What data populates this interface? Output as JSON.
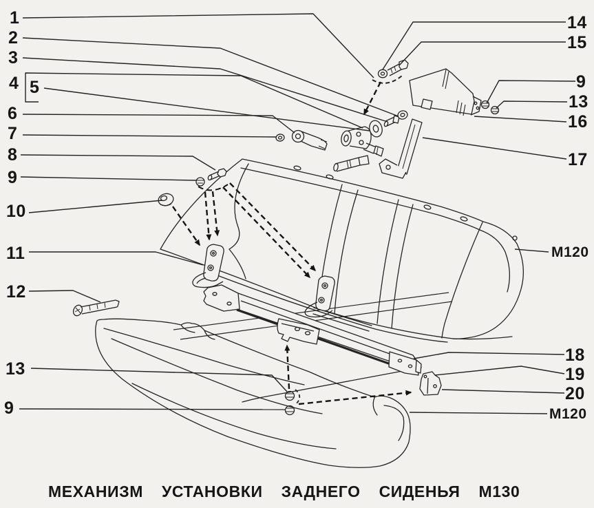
{
  "caption": "МЕХАНИЗМ УСТАНОВКИ ЗАДНЕГО СИДЕНЬЯ М130",
  "callouts": {
    "left": [
      "1",
      "2",
      "3",
      "4",
      "5",
      "6",
      "7",
      "8",
      "9",
      "10",
      "11",
      "12",
      "13",
      "9"
    ],
    "right": [
      "14",
      "15",
      "9",
      "13",
      "16",
      "17",
      "М120",
      "18",
      "19",
      "20",
      "М120"
    ]
  },
  "colors": {
    "ink": "#1c1c1c",
    "paper": "#f2f1ee"
  }
}
